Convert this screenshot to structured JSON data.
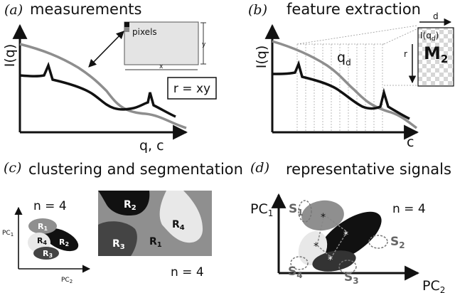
{
  "panel_a": {
    "tag": "(a)",
    "title": "measurements",
    "ylabel": "I(q)",
    "xlabel": "q, c",
    "inset_label": "pixels",
    "inset_y": "y",
    "inset_x": "x",
    "formula": "r = xy"
  },
  "panel_b": {
    "tag": "(b)",
    "title": "feature extraction",
    "ylabel": "I(q)",
    "xlabel": "c",
    "qd_base": "q",
    "qd_sub": "d",
    "matrix_d": "d",
    "matrix_r": "r",
    "matrix_title_base": "I(q",
    "matrix_title_sub": "d",
    "matrix_title_end": ")",
    "matrix_name_base": "M",
    "matrix_name_sub": "2"
  },
  "panel_c": {
    "tag": "(c)",
    "title": "clustering and segmentation",
    "n_scatter": "n = 4",
    "n_map": "n = 4",
    "axis_y_base": "PC",
    "axis_y_sub": "1",
    "axis_x_base": "PC",
    "axis_x_sub": "2",
    "cluster_letter": "R",
    "cluster_subs": [
      "1",
      "2",
      "3",
      "4"
    ]
  },
  "panel_d": {
    "tag": "(d)",
    "title": "representative signals",
    "n": "n = 4",
    "axis_y_base": "PC",
    "axis_y_sub": "1",
    "axis_x_base": "PC",
    "axis_x_sub": "2",
    "signal_letter": "S",
    "signal_subs": [
      "1",
      "2",
      "3",
      "4"
    ]
  }
}
